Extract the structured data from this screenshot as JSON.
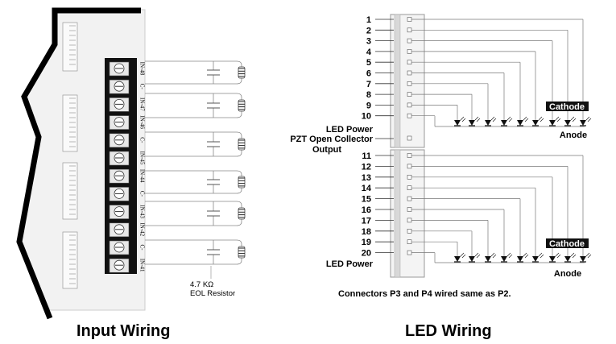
{
  "input_wiring": {
    "caption": "Input Wiring",
    "terminal_labels": [
      "IN-48",
      "C-",
      "IN-47",
      "IN-46",
      "C-",
      "IN-45",
      "IN-44",
      "C-",
      "IN-43",
      "IN-42",
      "C-",
      "IN-41"
    ],
    "resistor_value": "4.7 KΩ",
    "resistor_label": "EOL Resistor"
  },
  "led_wiring": {
    "caption": "LED Wiring",
    "upper_pins": [
      "1",
      "2",
      "3",
      "4",
      "5",
      "6",
      "7",
      "8",
      "9",
      "10"
    ],
    "lower_pins": [
      "11",
      "12",
      "13",
      "14",
      "15",
      "16",
      "17",
      "18",
      "19",
      "20"
    ],
    "led_power_label": "LED Power",
    "pzt_label_line1": "PZT Open Collector",
    "pzt_label_line2": "Output",
    "cathode_label": "Cathode",
    "anode_label": "Anode",
    "note": "Connectors P3 and P4 wired same as P2."
  }
}
